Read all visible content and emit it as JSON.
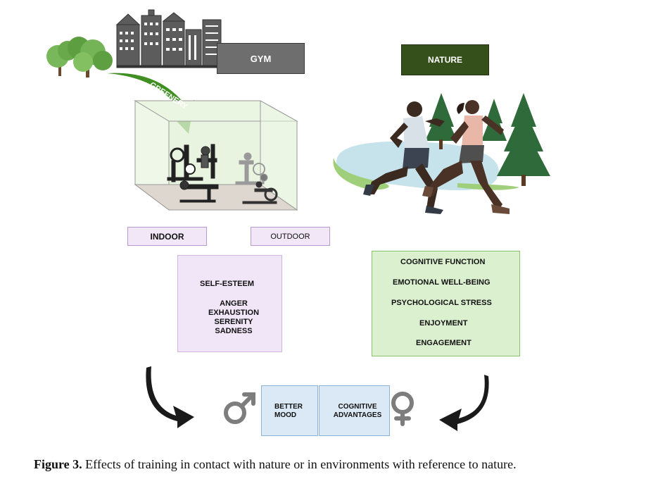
{
  "labels": {
    "gym": "GYM",
    "nature": "NATURE",
    "greenery": "GREENERY",
    "indoor": "INDOOR",
    "outdoor": "OUTDOOR"
  },
  "indoor_effects": {
    "up": [
      "SELF-ESTEEM"
    ],
    "down": [
      "ANGER",
      "EXHAUSTION",
      "SERENITY",
      "SADNESS"
    ]
  },
  "nature_effects": [
    "COGNITIVE FUNCTION",
    "EMOTIONAL WELL-BEING",
    "PSYCHOLOGICAL STRESS",
    "ENJOYMENT",
    "ENGAGEMENT"
  ],
  "outcomes": {
    "mood_line1": "BETTER",
    "mood_line2": "MOOD",
    "cog_line1": "COGNITIVE",
    "cog_line2": "ADVANTAGES"
  },
  "caption": {
    "label": "Figure 3.",
    "text": " Effects of training in contact with nature or in environments with reference to nature."
  },
  "colors": {
    "gym_box": "#6e6e6e",
    "nature_box": "#36501c",
    "indoor_panel": "#f1e6f8",
    "nature_panel": "#dbf0cf",
    "outcome_panel": "#dbe9f6",
    "greenery_arrow": "#3f8f22"
  },
  "icons": [
    "city-skyline-icon",
    "tree-icon",
    "gym-glass-box-icon",
    "runners-icon",
    "pine-tree-icon",
    "lake-icon",
    "male-symbol-icon",
    "female-symbol-icon",
    "up-arrow-icon",
    "down-arrow-icon",
    "curved-arrow-icon"
  ]
}
